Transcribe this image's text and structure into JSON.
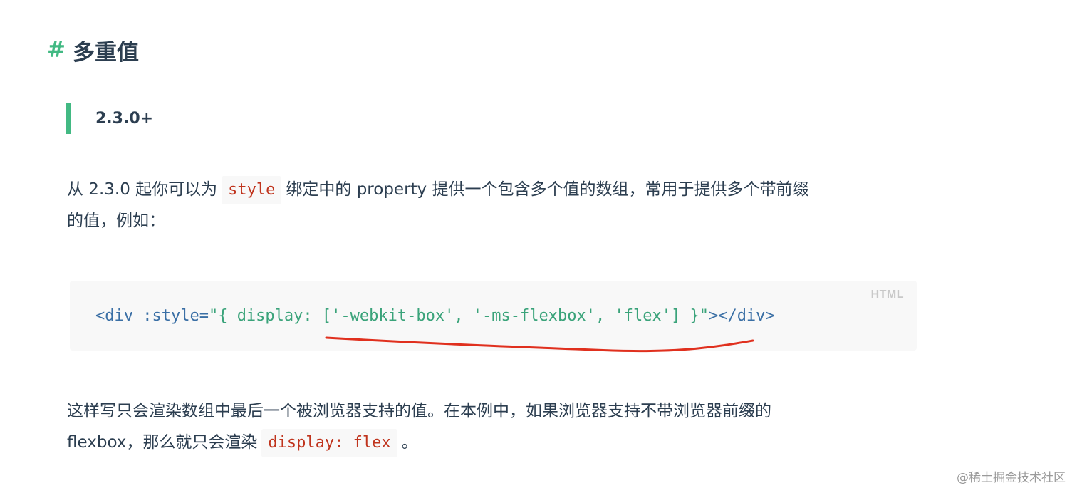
{
  "heading": {
    "anchor": "#",
    "title": "多重值"
  },
  "tip": {
    "text": "2.3.0+"
  },
  "paragraph1": {
    "before_code": "从 2.3.0 起你可以为",
    "code": "style",
    "after_code": "绑定中的 property 提供一个包含多个值的数组，常用于提供多个带前缀",
    "line2": "的值，例如："
  },
  "code_block": {
    "lang": "HTML",
    "tokens": {
      "open_tag": "<div",
      "attr": " :style=",
      "value": "\"{ display: ['-webkit-box', '-ms-flexbox', 'flex'] }\"",
      "close": "></div>"
    }
  },
  "paragraph2": {
    "line1": "这样写只会渲染数组中最后一个被浏览器支持的值。在本例中，如果浏览器支持不带浏览器前缀的",
    "before_code": "flexbox，那么就只会渲染",
    "code": "display: flex",
    "after_code": "。"
  },
  "annotation": {
    "underline_color": "#e0301e"
  },
  "watermark": {
    "text": "@稀土掘金技术社区"
  }
}
